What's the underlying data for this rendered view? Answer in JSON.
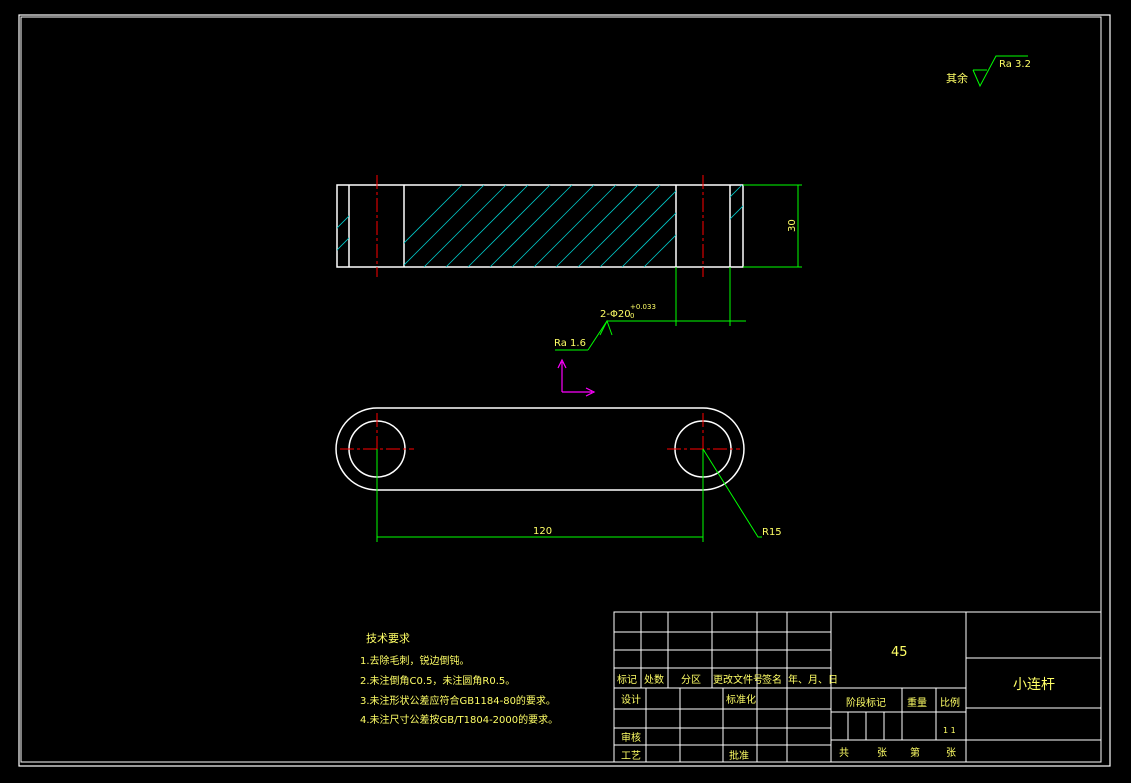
{
  "roughness": {
    "other_label": "其余",
    "other_value": "Ra 3.2",
    "bore_value": "Ra 1.6"
  },
  "dimensions": {
    "thickness": "30",
    "hole_prefix": "2-Φ20",
    "hole_upper_tol": "+0.033",
    "hole_lower_tol": "0",
    "center_distance": "120",
    "end_radius": "R15"
  },
  "tech_requirements": {
    "title": "技术要求",
    "items": [
      "1.去除毛刺，锐边倒钝。",
      "2.未注倒角C0.5，未注圆角R0.5。",
      "3.未注形状公差应符合GB1184-80的要求。",
      "4.未注尺寸公差按GB/T1804-2000的要求。"
    ]
  },
  "title_block": {
    "material": "45",
    "part_name": "小连杆",
    "hdr_mark": "标记",
    "hdr_count": "处数",
    "hdr_zone": "分区",
    "hdr_change_doc": "更改文件号",
    "hdr_sign": "签名",
    "hdr_date": "年、月、日",
    "design": "设计",
    "standardize": "标准化",
    "review": "审核",
    "process": "工艺",
    "approve": "批准",
    "stage_mark": "阶段标记",
    "weight": "重量",
    "scale": "比例",
    "scale_value": "1 1",
    "total": "共",
    "sheet": "张",
    "page": "第",
    "sheet2": "张"
  },
  "colors": {
    "background": "#000000",
    "outline": "#ffffff",
    "dimension": "#00ff00",
    "centerline": "#ff0000",
    "hatch": "#00c8c8",
    "axis": "#ff00ff",
    "text": "#ffff66",
    "border": "#ffffff"
  }
}
